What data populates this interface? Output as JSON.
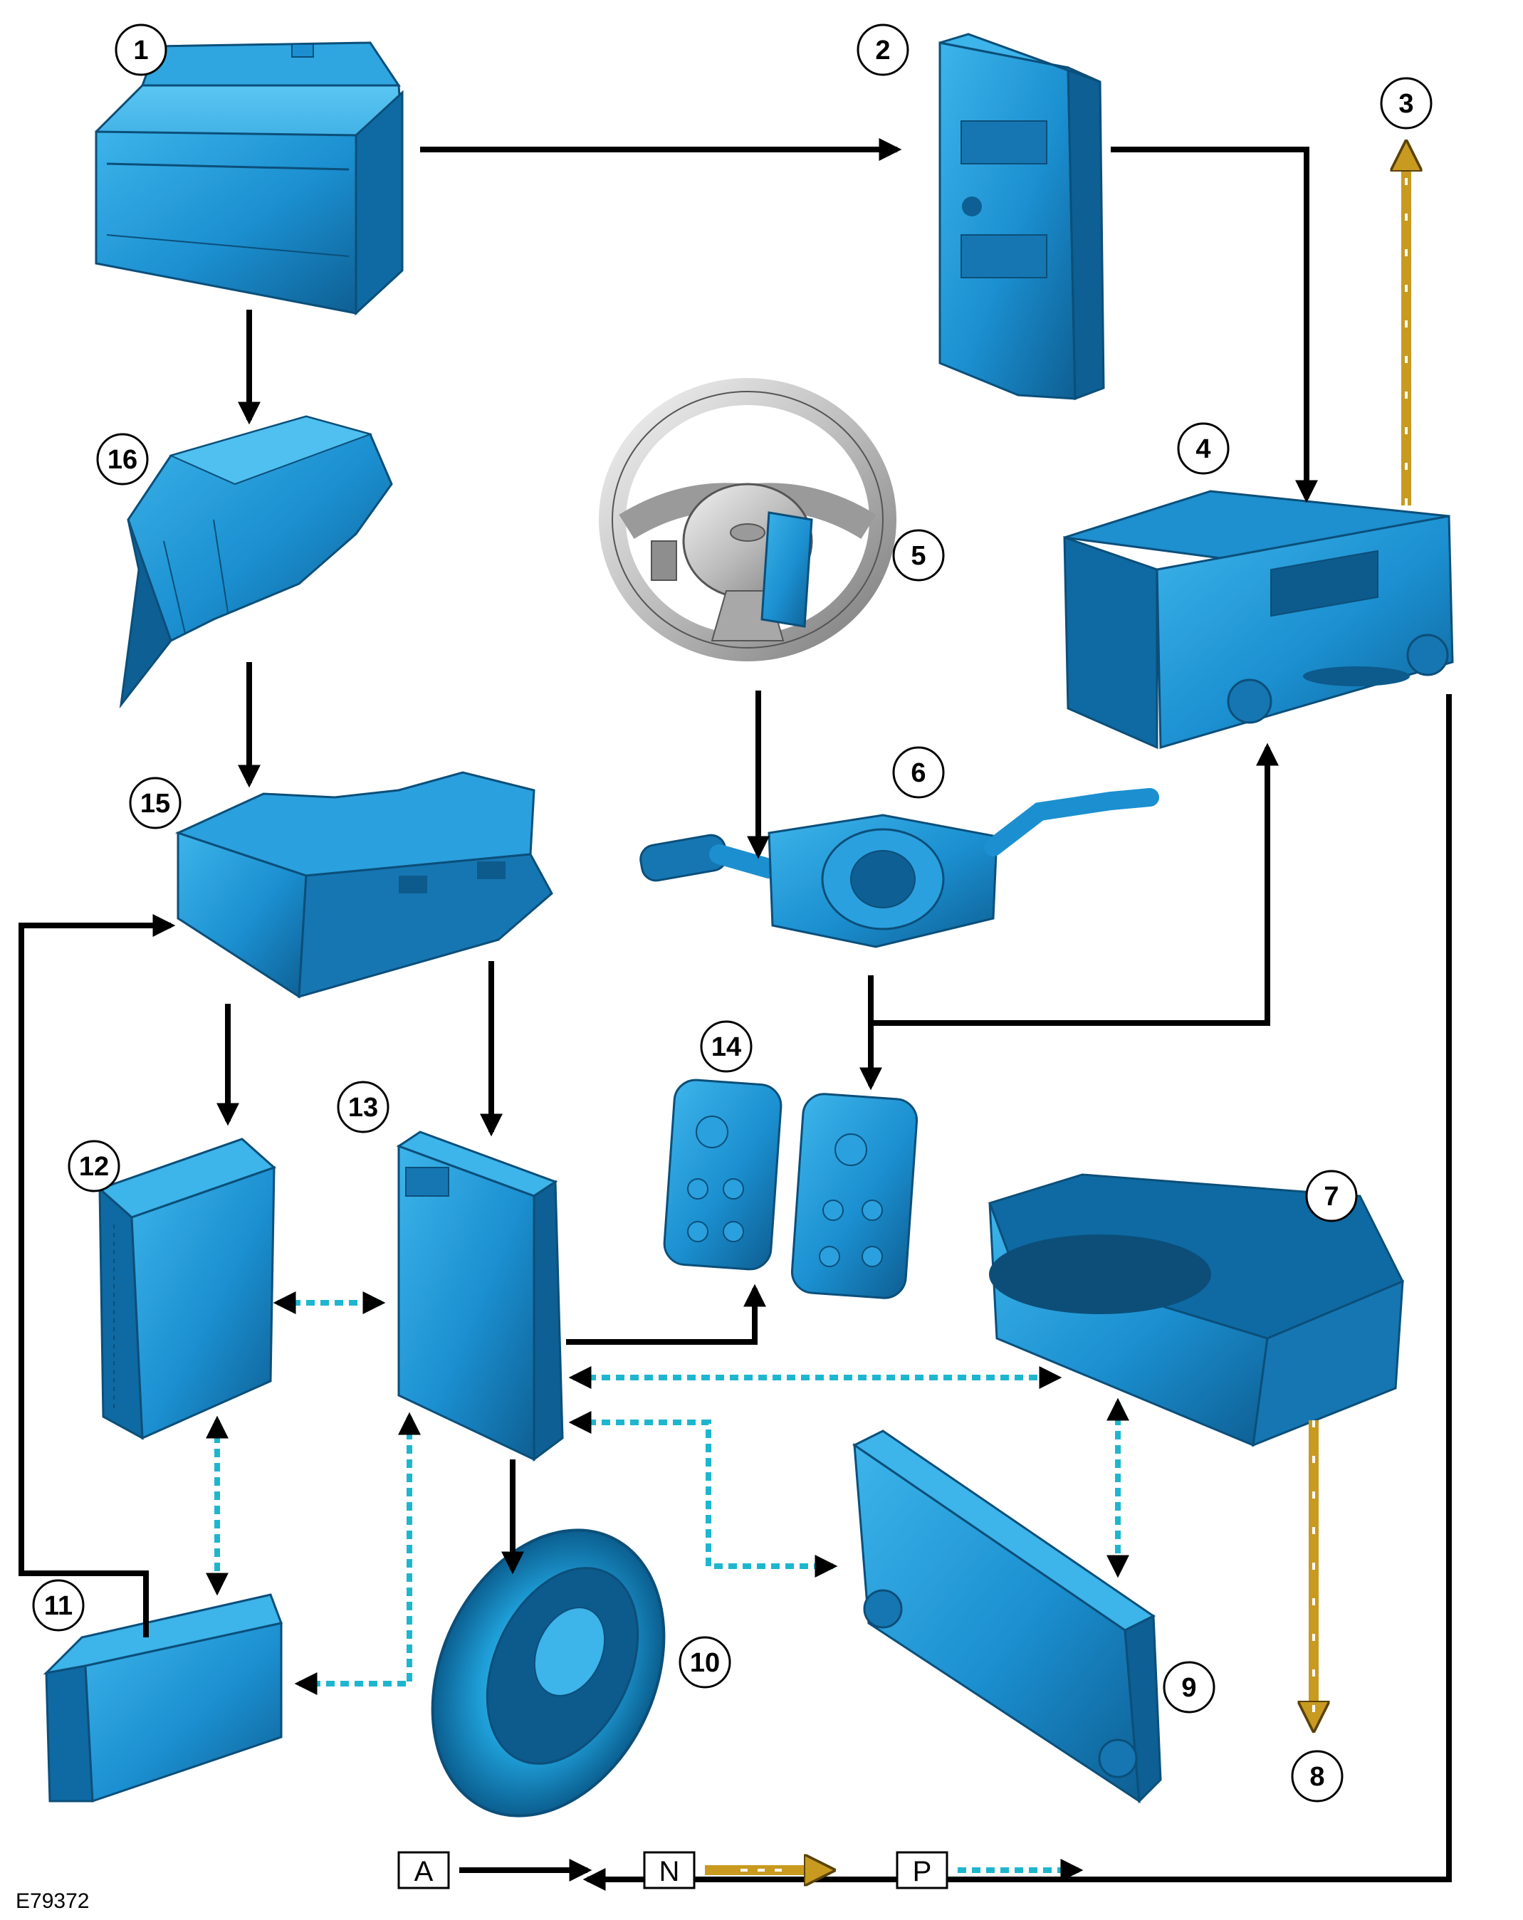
{
  "figure_ref": "E79372",
  "callouts": [
    "1",
    "2",
    "3",
    "4",
    "5",
    "6",
    "7",
    "8",
    "9",
    "10",
    "11",
    "12",
    "13",
    "14",
    "15",
    "16"
  ],
  "legend": [
    {
      "key": "A",
      "style": "solid-black"
    },
    {
      "key": "N",
      "style": "gold-striped"
    },
    {
      "key": "P",
      "style": "dotted-cyan"
    }
  ],
  "colors": {
    "component": "#1b8fd0",
    "component_dark": "#0e5f93",
    "component_light": "#3db4ea",
    "arrow_a": "#000000",
    "arrow_n": "#c89a20",
    "arrow_p": "#1eb6cf"
  }
}
